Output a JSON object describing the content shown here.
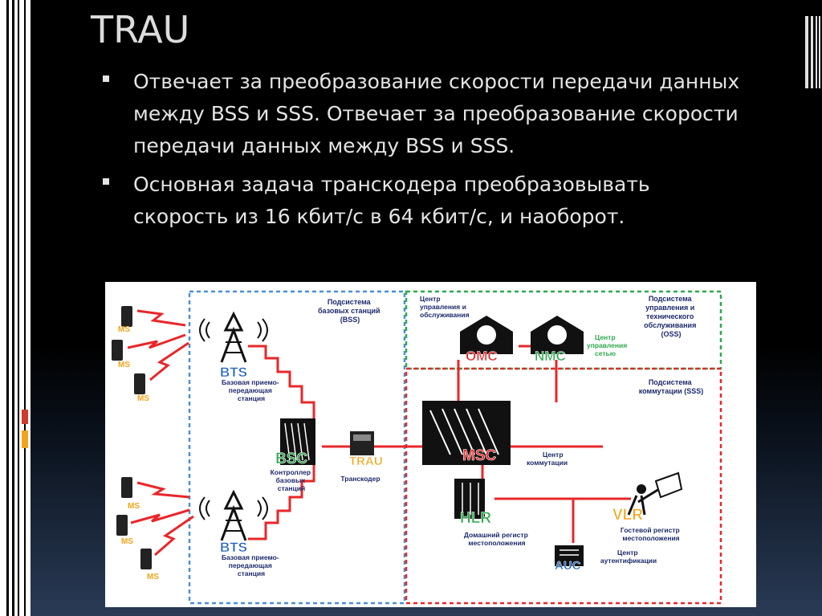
{
  "slide": {
    "title": "TRAU",
    "bullets": [
      "Отвечает за преобразование скорости передачи данных между BSS и SSS. Отвечает за преобразование скорости передачи данных между BSS и SSS.",
      "Основная задача транскодера преобразовывать скорость из 16 кбит/с в 64 кбит/с, и наоборот."
    ]
  },
  "diagram": {
    "ms_label": "MS",
    "bts_label": "BTS",
    "bts_desc": [
      "Базовая приемо-",
      "передающая",
      "станция"
    ],
    "bss_title": [
      "Подсистема",
      "базовых станций",
      "(BSS)"
    ],
    "bsc_label": "BSC",
    "bsc_desc": [
      "Контроллер",
      "базовых",
      "станций"
    ],
    "trau_label": "TRAU",
    "trau_desc": "Транскодер",
    "omc_desc": [
      "Центр",
      "управления и",
      "обслуживания"
    ],
    "omc_label": "OMC",
    "nmc_label": "NMC",
    "nmc_desc": [
      "Центр",
      "управления",
      "сетью"
    ],
    "oss_title": [
      "Подсистема",
      "управления и",
      "технического",
      "обслуживания",
      "(OSS)"
    ],
    "sss_title": [
      "Подсистема",
      "коммутации (SSS)"
    ],
    "msc_label": "MSC",
    "msc_desc": [
      "Центр",
      "коммутации"
    ],
    "hlr_label": "HLR",
    "hlr_desc": [
      "Домашний регистр",
      "местоположения"
    ],
    "vlr_label": "VLR",
    "vlr_desc": [
      "Гостевой регистр",
      "местоположения"
    ],
    "auc_label": "AUC",
    "auc_desc": [
      "Центр",
      "аутентификации"
    ],
    "colors": {
      "label_red": "#e8272a",
      "label_green": "#2fa84f",
      "label_orange": "#f2a51a",
      "label_blue": "#1f5fbf",
      "text_navy": "#1d2a6b",
      "bss_border": "#4a8fd6",
      "oss_border": "#2fa84f",
      "sss_border": "#e8272a"
    }
  }
}
